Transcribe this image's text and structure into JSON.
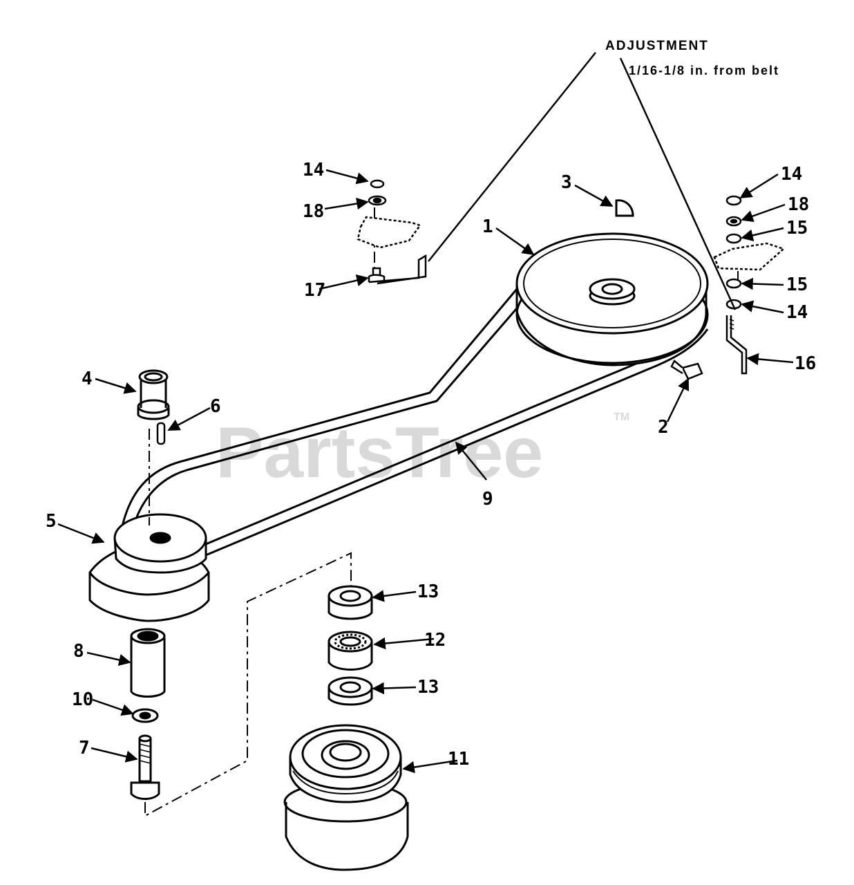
{
  "adjustment": {
    "title": "ADJUSTMENT",
    "detail": "1/16-1/8 in. from belt"
  },
  "watermark": {
    "text": "PartsTree",
    "mark": "TM",
    "color": "#d9d9d9"
  },
  "callouts": [
    {
      "id": "c1",
      "text": "1"
    },
    {
      "id": "c2",
      "text": "2"
    },
    {
      "id": "c3",
      "text": "3"
    },
    {
      "id": "c4",
      "text": "4"
    },
    {
      "id": "c5",
      "text": "5"
    },
    {
      "id": "c6",
      "text": "6"
    },
    {
      "id": "c7",
      "text": "7"
    },
    {
      "id": "c8",
      "text": "8"
    },
    {
      "id": "c9",
      "text": "9"
    },
    {
      "id": "c10",
      "text": "10"
    },
    {
      "id": "c11",
      "text": "11"
    },
    {
      "id": "c12",
      "text": "12"
    },
    {
      "id": "c13a",
      "text": "13"
    },
    {
      "id": "c13b",
      "text": "13"
    },
    {
      "id": "c14a",
      "text": "14"
    },
    {
      "id": "c14b",
      "text": "14"
    },
    {
      "id": "c14c",
      "text": "14"
    },
    {
      "id": "c15a",
      "text": "15"
    },
    {
      "id": "c15b",
      "text": "15"
    },
    {
      "id": "c16",
      "text": "16"
    },
    {
      "id": "c17",
      "text": "17"
    },
    {
      "id": "c18a",
      "text": "18"
    },
    {
      "id": "c18b",
      "text": "18"
    }
  ],
  "colors": {
    "ink": "#000000",
    "paper": "#ffffff"
  }
}
